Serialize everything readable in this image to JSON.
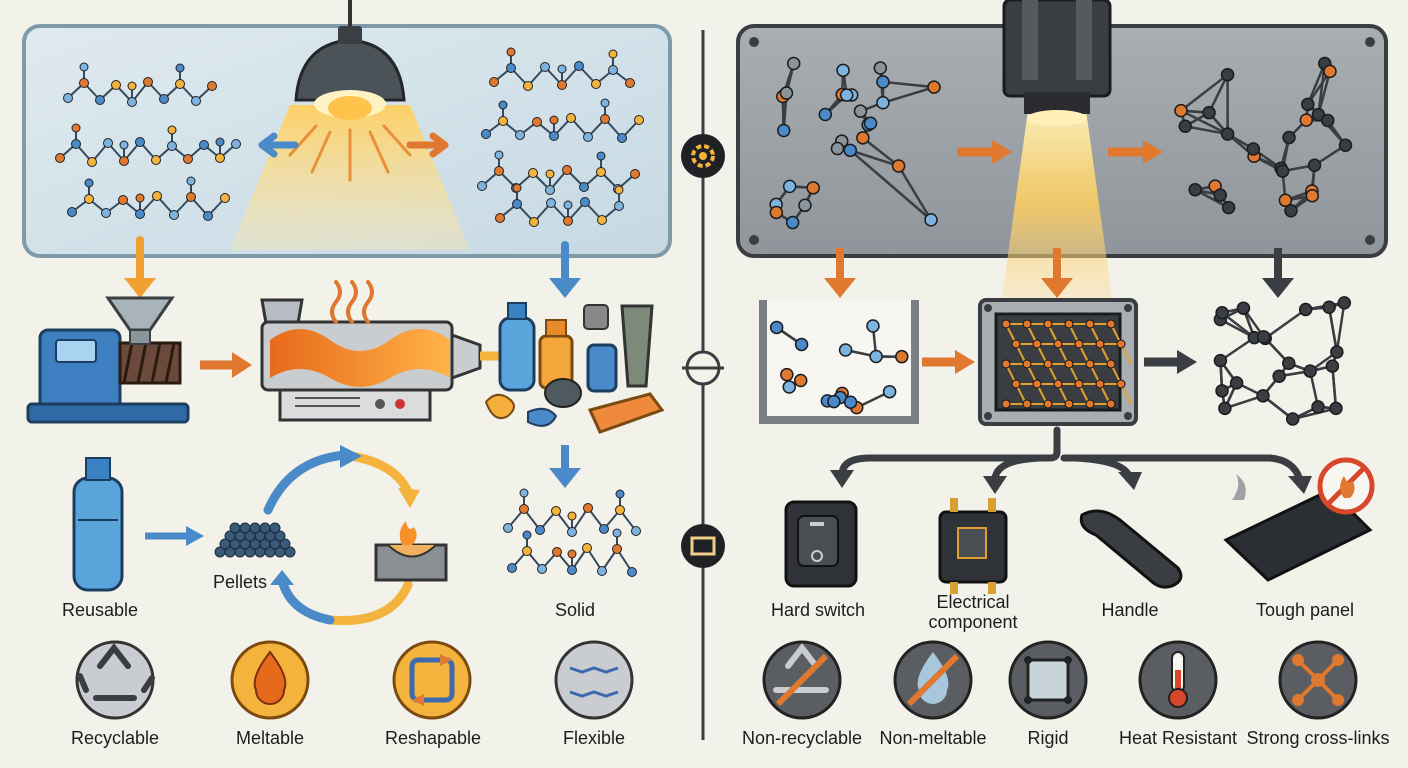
{
  "thermoplastic": {
    "items": [
      {
        "label": "Reusable"
      },
      {
        "label": "Pellets"
      },
      {
        "label": "Solid"
      }
    ],
    "properties": [
      {
        "label": "Recyclable",
        "icon": "recycle-icon"
      },
      {
        "label": "Meltable",
        "icon": "drop-icon"
      },
      {
        "label": "Reshapable",
        "icon": "reshape-arrows-icon"
      },
      {
        "label": "Flexible",
        "icon": "flexible-chain-icon"
      }
    ]
  },
  "thermoset": {
    "products": [
      {
        "label": "Hard switch"
      },
      {
        "label": "Electrical component"
      },
      {
        "label": "Handle"
      },
      {
        "label": "Tough panel"
      }
    ],
    "properties": [
      {
        "label": "Non-recyclable",
        "icon": "no-recycle-icon"
      },
      {
        "label": "Non-meltable",
        "icon": "no-melt-icon"
      },
      {
        "label": "Rigid",
        "icon": "rigid-frame-icon"
      },
      {
        "label": "Heat Resistant",
        "icon": "thermometer-icon"
      },
      {
        "label": "Strong cross-links",
        "icon": "crosslink-icon"
      }
    ]
  },
  "center_icons": [
    "gear-icon",
    "exchange-icon",
    "mold-icon"
  ],
  "colors": {
    "background": "#f2f1ea",
    "panel_left": "#d4e3ea",
    "panel_right": "#9fa5a9",
    "arrow_orange": "#e0782f",
    "arrow_blue": "#4b8ac9",
    "arrow_dark": "#3a3d42",
    "heat_glow": "#ffd27a"
  }
}
